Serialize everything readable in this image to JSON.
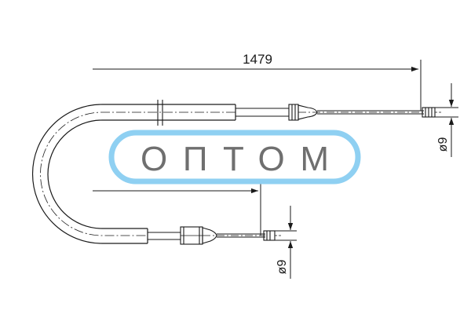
{
  "drawing": {
    "total_length": "1479",
    "top_end_diameter": "ø9",
    "bottom_end_diameter": "ø9"
  },
  "watermark": {
    "text": "ОПТОМ",
    "border_color": "#8fd0f2",
    "text_color": "#6f6f6f"
  },
  "colors": {
    "line": "#1a1a1a"
  }
}
